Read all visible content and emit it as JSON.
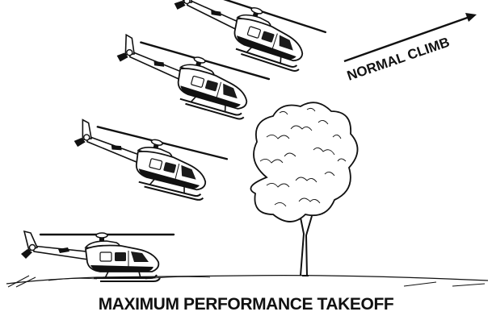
{
  "diagram": {
    "title": "MAXIMUM PERFORMANCE TAKEOFF",
    "climb_label": "NORMAL CLIMB",
    "objects": [
      {
        "type": "helicopter",
        "stage": 1,
        "label": "on-ground"
      },
      {
        "type": "helicopter",
        "stage": 2,
        "label": "climbing"
      },
      {
        "type": "helicopter",
        "stage": 3,
        "label": "climbing"
      },
      {
        "type": "helicopter",
        "stage": 4,
        "label": "climbing"
      },
      {
        "type": "tree",
        "label": "obstacle"
      }
    ],
    "icons": [
      "helicopter-icon",
      "tree-icon",
      "arrow-icon",
      "ground-line"
    ],
    "colors": {
      "ink": "#111111",
      "background": "#ffffff",
      "skid": "#222222",
      "window": "#1a1a1a"
    }
  }
}
